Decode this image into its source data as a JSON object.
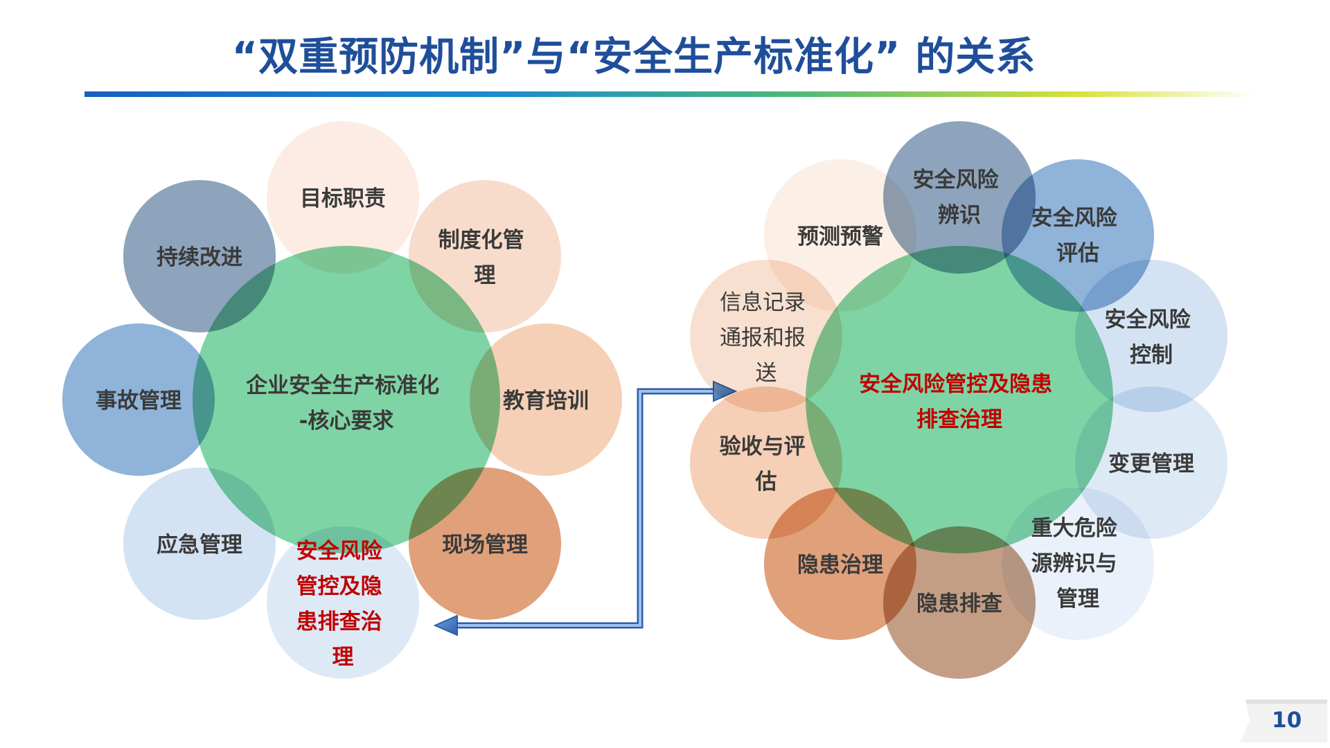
{
  "slide": {
    "title": "“双重预防机制”与“安全生产标准化” 的关系",
    "page_number": "10"
  },
  "colors": {
    "title": "#1f4e9a",
    "center_green": "#7ed4a4",
    "highlight_red": "#c00000",
    "arrow_blue": "#3a78c9"
  },
  "left_diagram": {
    "center": {
      "lines": [
        "企业安全生产标准化",
        "-核心要求"
      ]
    },
    "petals": [
      {
        "lines": [
          "目标职责"
        ]
      },
      {
        "lines": [
          "制度化管",
          "理"
        ]
      },
      {
        "lines": [
          "教育培训"
        ]
      },
      {
        "lines": [
          "现场管理"
        ]
      },
      {
        "lines": [
          "安全风险",
          "管控及隐",
          "患排查治",
          "理"
        ]
      },
      {
        "lines": [
          "应急管理"
        ]
      },
      {
        "lines": [
          "事故管理"
        ]
      },
      {
        "lines": [
          "持续改进"
        ]
      }
    ]
  },
  "right_diagram": {
    "center": {
      "lines": [
        "安全风险管控及隐患",
        "排查治理"
      ]
    },
    "petals": [
      {
        "lines": [
          "安全风险",
          "辨识"
        ]
      },
      {
        "lines": [
          "安全风险",
          "评估"
        ]
      },
      {
        "lines": [
          "安全风险",
          "控制"
        ]
      },
      {
        "lines": [
          "变更管理"
        ]
      },
      {
        "lines": [
          "重大危险",
          "源辨识与",
          "管理"
        ]
      },
      {
        "lines": [
          "隐患排查"
        ]
      },
      {
        "lines": [
          "隐患治理"
        ]
      },
      {
        "lines": [
          "验收与评",
          "估"
        ]
      },
      {
        "lines": [
          "信息记录",
          "通报和报",
          "送"
        ]
      },
      {
        "lines": [
          "预测预警"
        ]
      }
    ]
  }
}
